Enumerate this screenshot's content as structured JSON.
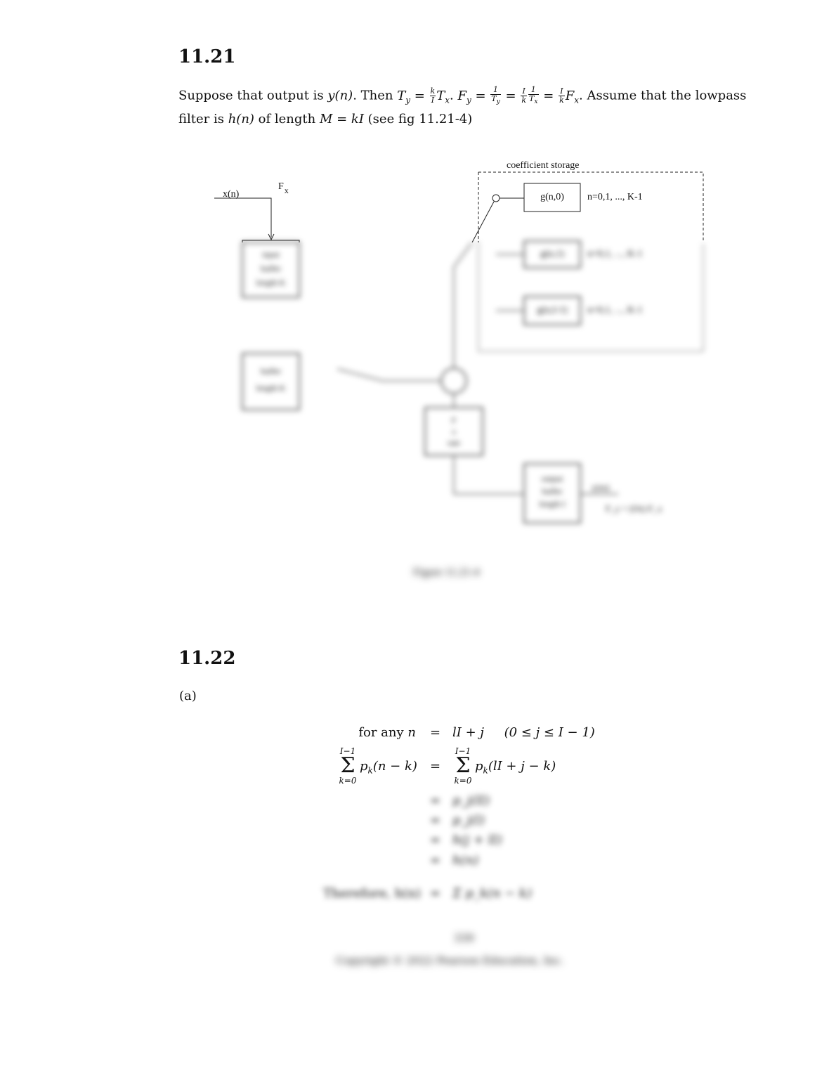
{
  "s1": {
    "heading": "11.21",
    "line1_pre": "Suppose that output is ",
    "line1_y": "y(n)",
    "line1_then": ". Then ",
    "ty_eq": "T_y = (k/I)T_x",
    "fy_eq": "F_y = 1/T_y = (I/k)(1/T_x) = (I/k)F_x",
    "line1_post": ". Assume that the lowpass",
    "line2_pre": "filter is ",
    "line2_h": "h(n)",
    "line2_mid": " of length ",
    "line2_M": "M = kI",
    "line2_post": " (see fig 11.21-4)"
  },
  "diagram": {
    "storage_label": "coefficient storage",
    "input_label": "x(n)",
    "fx_label": "F",
    "fx_sub": "x",
    "g0_label": "g(n,0)",
    "g0_range": "n=0,1, ..., K-1",
    "g1_label": "g(n,1)",
    "g1_range": "n=0,1, ..., K-1",
    "g2_label": "g(n,I-1)",
    "g2_range": "n=0,1, ..., K-1",
    "input_buffer": [
      "input",
      "buffer",
      "length K"
    ],
    "buffer": [
      "buffer",
      "length K"
    ],
    "rate_box": [
      "F",
      "x",
      "rate"
    ],
    "output_buffer": [
      "output",
      "buffer",
      "length I"
    ],
    "output_label": "y(m)",
    "output_rate": "F_y = (I/k) F_x",
    "caption": "Figure 11.21-4"
  },
  "s2": {
    "heading": "11.22",
    "part": "(a)",
    "eq_rows": [
      {
        "lhs": "for any n",
        "op": "=",
        "rhs": "lI + j     (0 ≤ j ≤ I − 1)"
      },
      {
        "lhs_sum_top": "I−1",
        "lhs_sum_bot": "k=0",
        "lhs_term": "p",
        "lhs_sub": "k",
        "lhs_arg": "(n − k)",
        "op": "=",
        "rhs_sum_top": "I−1",
        "rhs_sum_bot": "k=0",
        "rhs_term": "p",
        "rhs_sub": "k",
        "rhs_arg": "(lI + j − k)"
      },
      {
        "op": "=",
        "rhs": "p_j(lI)"
      },
      {
        "op": "=",
        "rhs": "p_j(l)"
      },
      {
        "op": "=",
        "rhs": "h(j + lI)"
      },
      {
        "op": "=",
        "rhs": "h(n)"
      },
      {
        "lhs": "Therefore, h(n)",
        "op": "=",
        "rhs": "Σ p_k(n − k)"
      }
    ],
    "page_number": "339",
    "copyright": "Copyright © 2022 Pearson Education, Inc."
  }
}
